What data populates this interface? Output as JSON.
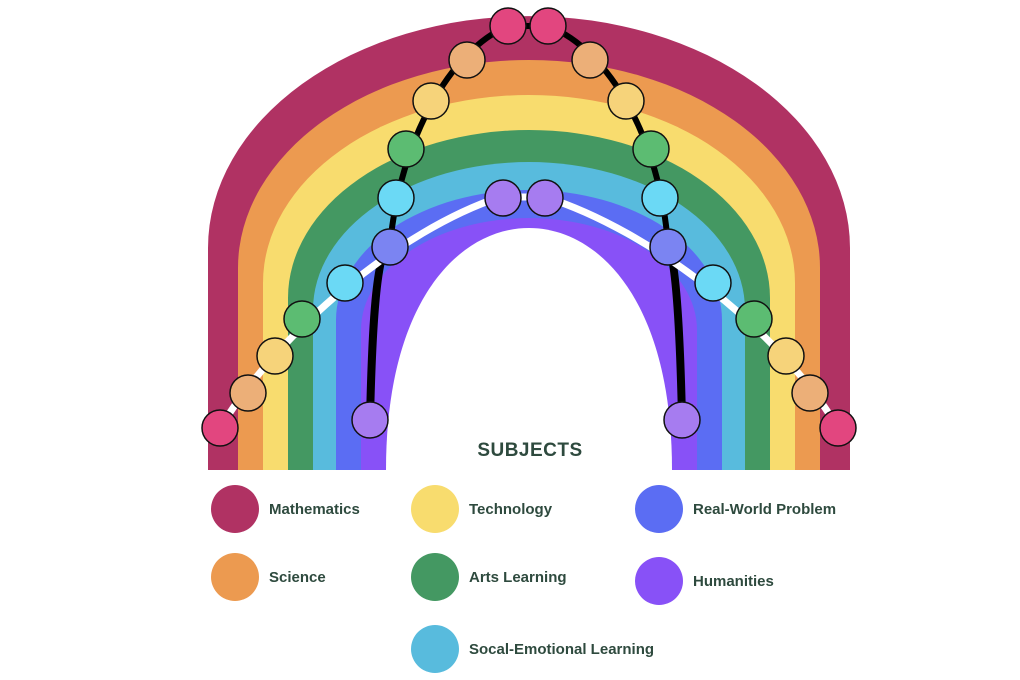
{
  "title": "SUBJECTS",
  "subjects": [
    {
      "label": "Mathematics",
      "color": "#b03263"
    },
    {
      "label": "Science",
      "color": "#ec9a50"
    },
    {
      "label": "Technology",
      "color": "#f8dc6e"
    },
    {
      "label": "Arts Learning",
      "color": "#449862"
    },
    {
      "label": "Socal-Emotional Learning",
      "color": "#58bbdd"
    },
    {
      "label": "Real-World Problem",
      "color": "#5b6df3"
    },
    {
      "label": "Humanities",
      "color": "#8851f7"
    }
  ],
  "bead_colors": {
    "pink": "#e2467f",
    "peach": "#ecaf78",
    "yellow": "#f6d37a",
    "green": "#5cbc72",
    "cyan": "#6bd9f5",
    "blue": "#7b84f2",
    "violet": "#a67cf0"
  }
}
